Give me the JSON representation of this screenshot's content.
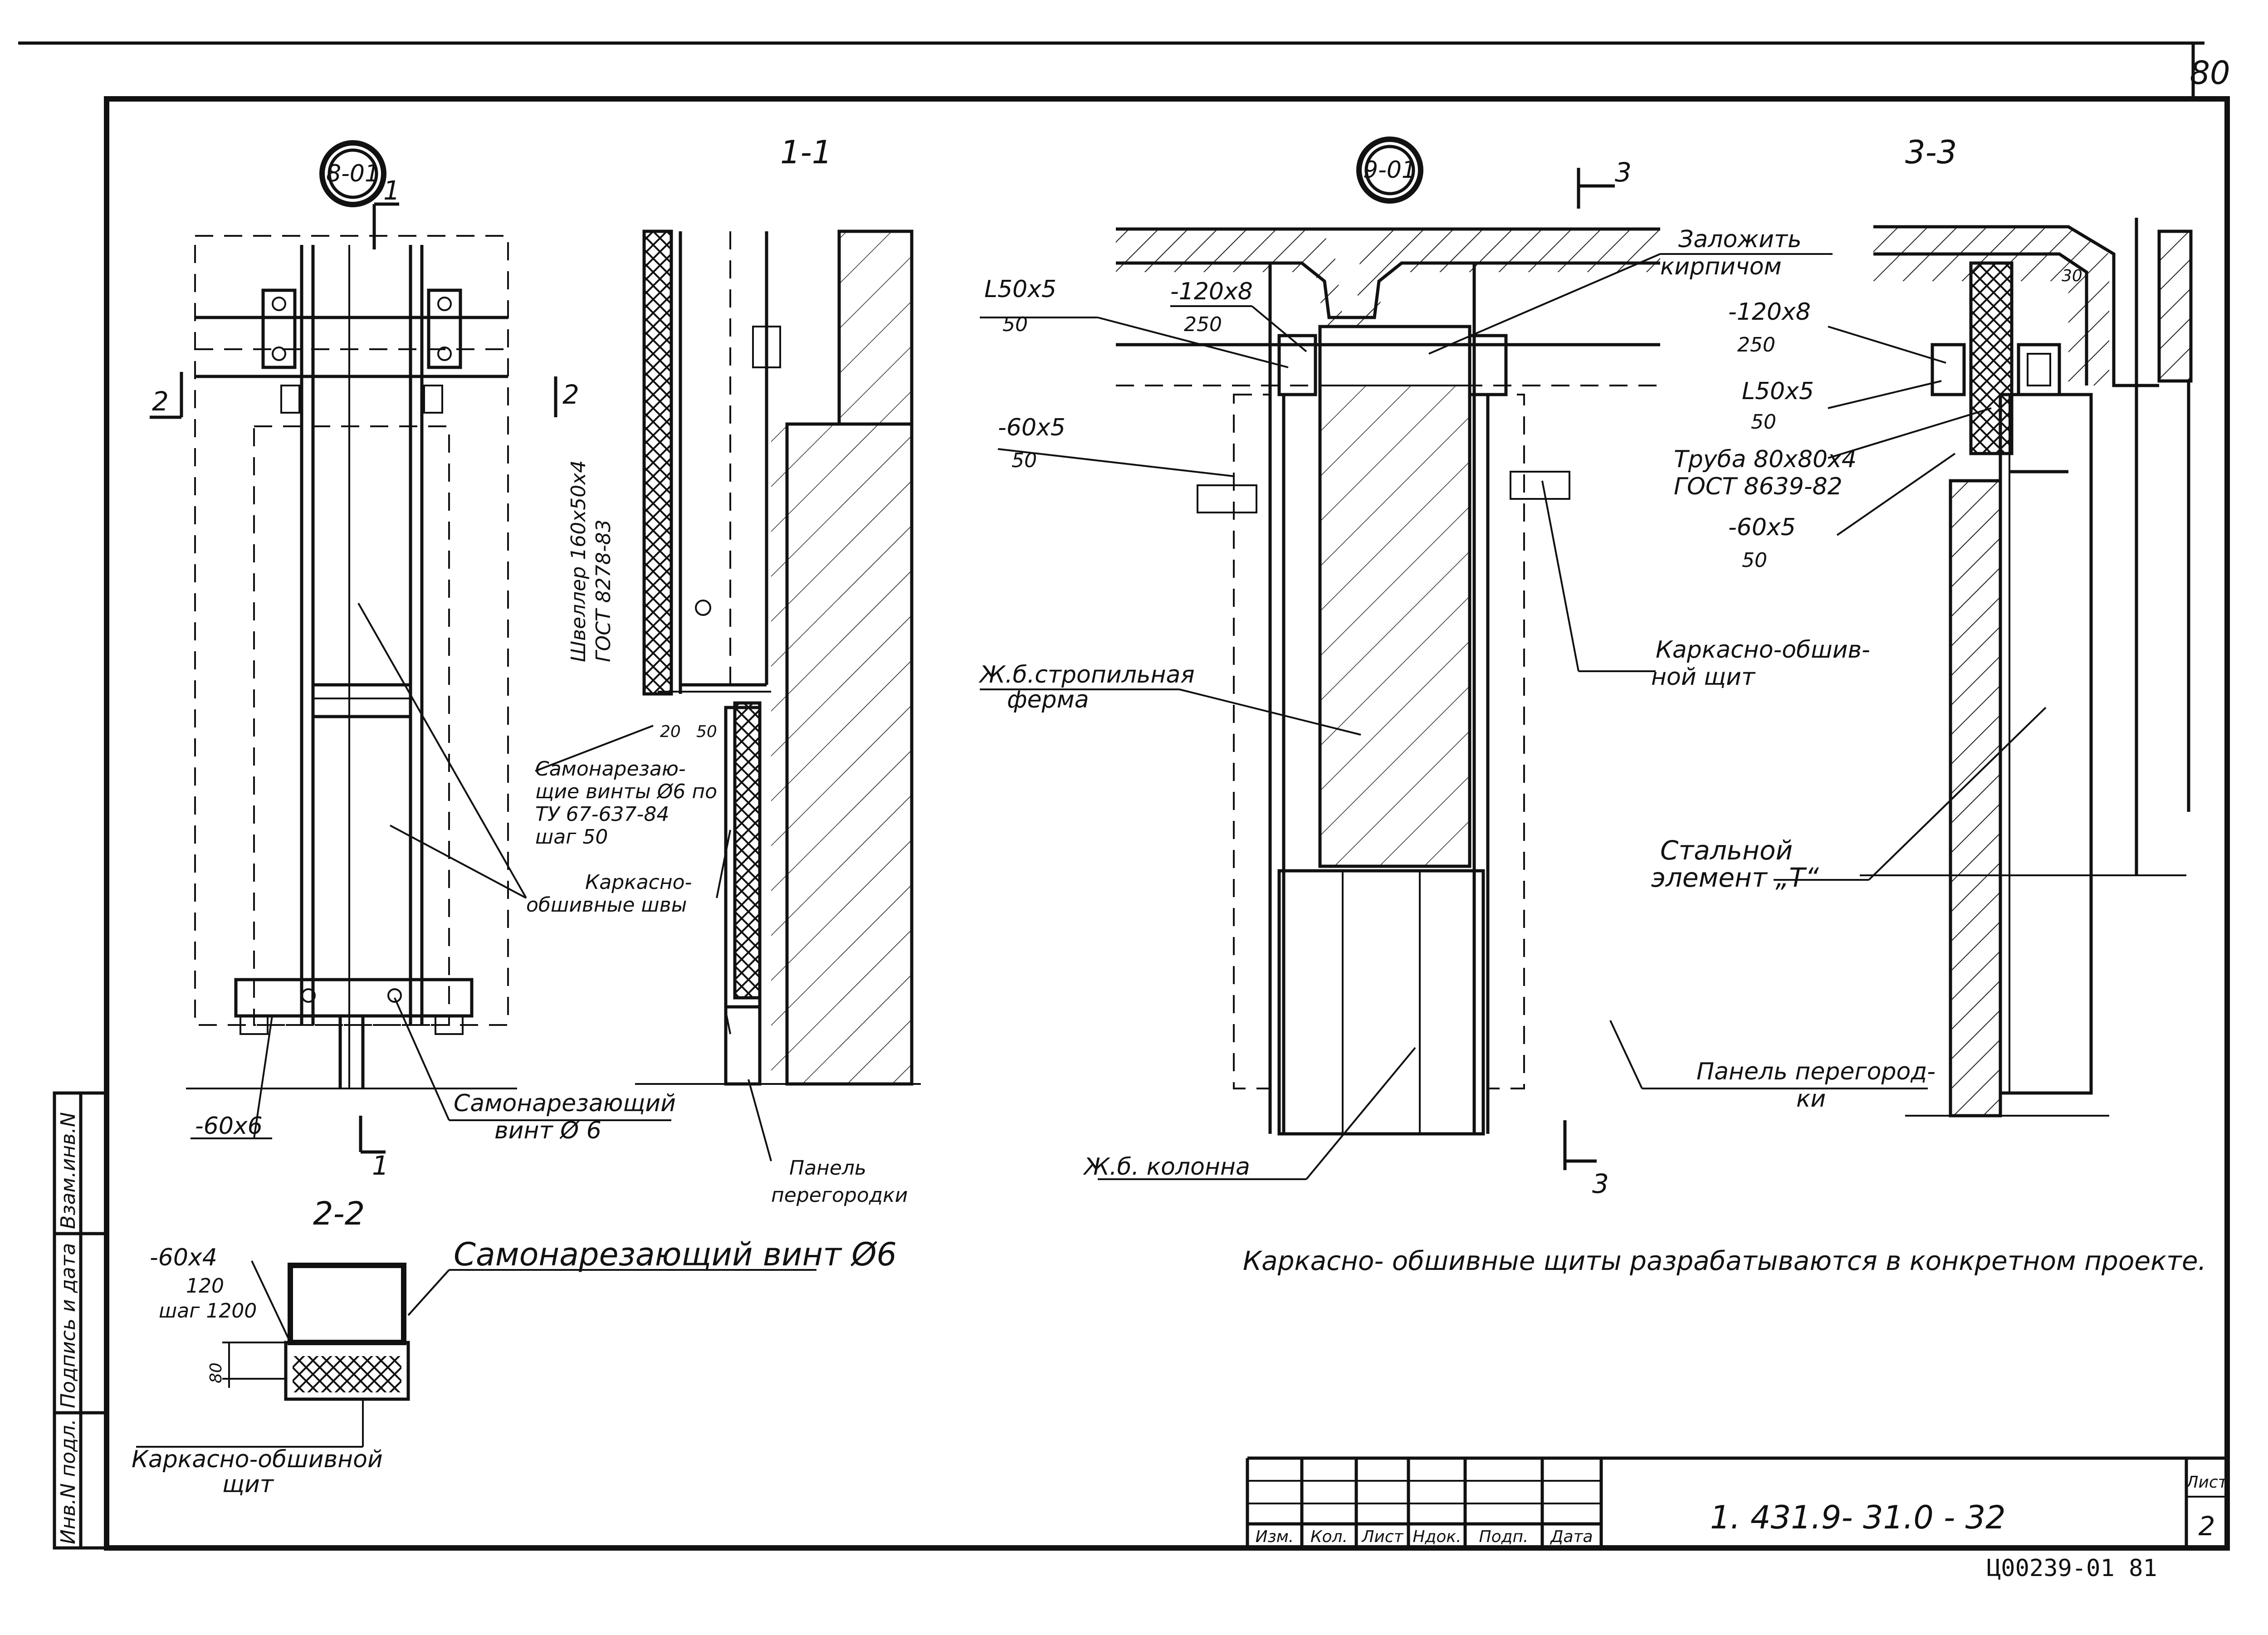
{
  "sheet": {
    "page_number": "80",
    "sheet_label": "Лист",
    "sheet_value": "2",
    "code": "1. 431.9- 31.0 - 32",
    "inventory": "Ц00239-01  81"
  },
  "stamp_columns": [
    "Изм.",
    "Кол.",
    "Лист",
    "Ндок.",
    "Подп.",
    "Дата"
  ],
  "side_stamp": [
    "Инв.N подл.",
    "Подпись и дата",
    "Взам.инв.N"
  ],
  "views": {
    "left_node": "8-01",
    "right_node": "9-01",
    "section_11": "1-1",
    "section_22": "2-2",
    "section_33": "3-3",
    "cut_1": "1",
    "cut_2": "2",
    "cut_3": "3"
  },
  "labels": {
    "channel": "Швеллер 160х50х4",
    "channel_gost": "ГОСТ 8278-83",
    "plate_60x6": "-60х6",
    "screw_1": "Самонарезающий",
    "screw_2": "винт Ø 6",
    "self_screws_1": "Самонарезаю-",
    "self_screws_2": "щие винты Ø6 по",
    "self_screws_3": "ТУ 67-637-84",
    "self_screws_4": "шаг 50",
    "dim_20": "20",
    "dim_50": "50",
    "framed_1": "Каркасно-",
    "framed_2": "обшивные швы",
    "partition_panel_1": "Панель",
    "partition_panel_2": "перегородки",
    "plate_60x4": "-60х4",
    "plate_60x4_len": "120",
    "plate_60x4_step": "шаг 1200",
    "screw_full": "Самонарезающий  винт Ø6",
    "dim_80": "80",
    "framed_shield_1": "Каркасно-обшивной",
    "framed_shield_2": "щит",
    "angle_50x5": "L50х5",
    "angle_50x5_len": "50",
    "plate_120x8": "-120х8",
    "plate_120x8_len": "250",
    "brick_1": "Заложить",
    "brick_2": "кирпичом",
    "plate_60x5": "-60х5",
    "plate_60x5_len": "50",
    "truss_1": "Ж.б.стропильная",
    "truss_2": "ферма",
    "column": "Ж.б. колонна",
    "framed_shield_r1": "Каркасно-обшив-",
    "framed_shield_r2": "ной  щит",
    "steel_1": "Стальной",
    "steel_2": "элемент „Т“",
    "panel_r1": "Панель  перегород-",
    "panel_r2": "ки",
    "plate_120x8_b": "-120х8",
    "plate_120x8_b_len": "250",
    "angle_50x5_b": "L50х5",
    "angle_50x5_b_len": "50",
    "pipe_1": "Труба 80х80х4",
    "pipe_2": "ГОСТ 8639-82",
    "plate_60x5_b": "-60х5",
    "plate_60x5_b_len": "50",
    "dim_30": "30",
    "note": "Каркасно- обшивные щиты разрабатываются в конкретном проекте."
  }
}
